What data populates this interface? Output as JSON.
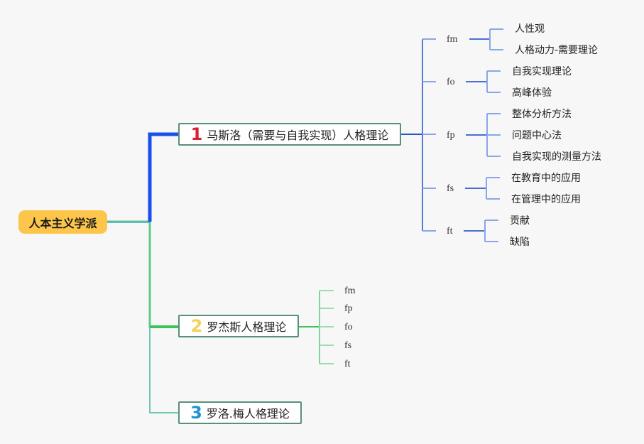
{
  "root": {
    "label": "人本主义学派",
    "color": "#fdc64a"
  },
  "branches": [
    {
      "number": "1",
      "label": "马斯洛（需要与自我实现）人格理论",
      "number_color": "#d92038",
      "line_color": "#1a4fe8",
      "children": [
        {
          "label": "fm",
          "leaves": [
            "人性观",
            "人格动力-需要理论"
          ]
        },
        {
          "label": "fo",
          "leaves": [
            "自我实现理论",
            "高峰体验"
          ]
        },
        {
          "label": "fp",
          "leaves": [
            "整体分析方法",
            "问题中心法",
            "自我实现的测量方法"
          ]
        },
        {
          "label": "fs",
          "leaves": [
            "在教育中的应用",
            "在管理中的应用"
          ]
        },
        {
          "label": "ft",
          "leaves": [
            "贡献",
            "缺陷"
          ]
        }
      ]
    },
    {
      "number": "2",
      "label": "罗杰斯人格理论",
      "number_color": "#f4d25a",
      "line_color": "#3cc45a",
      "children": [
        {
          "label": "fm"
        },
        {
          "label": "fp"
        },
        {
          "label": "fo"
        },
        {
          "label": "fs"
        },
        {
          "label": "ft"
        }
      ]
    },
    {
      "number": "3",
      "label": "罗洛.梅人格理论",
      "number_color": "#2190d4",
      "line_color": "#6ec8b4",
      "children": []
    }
  ]
}
